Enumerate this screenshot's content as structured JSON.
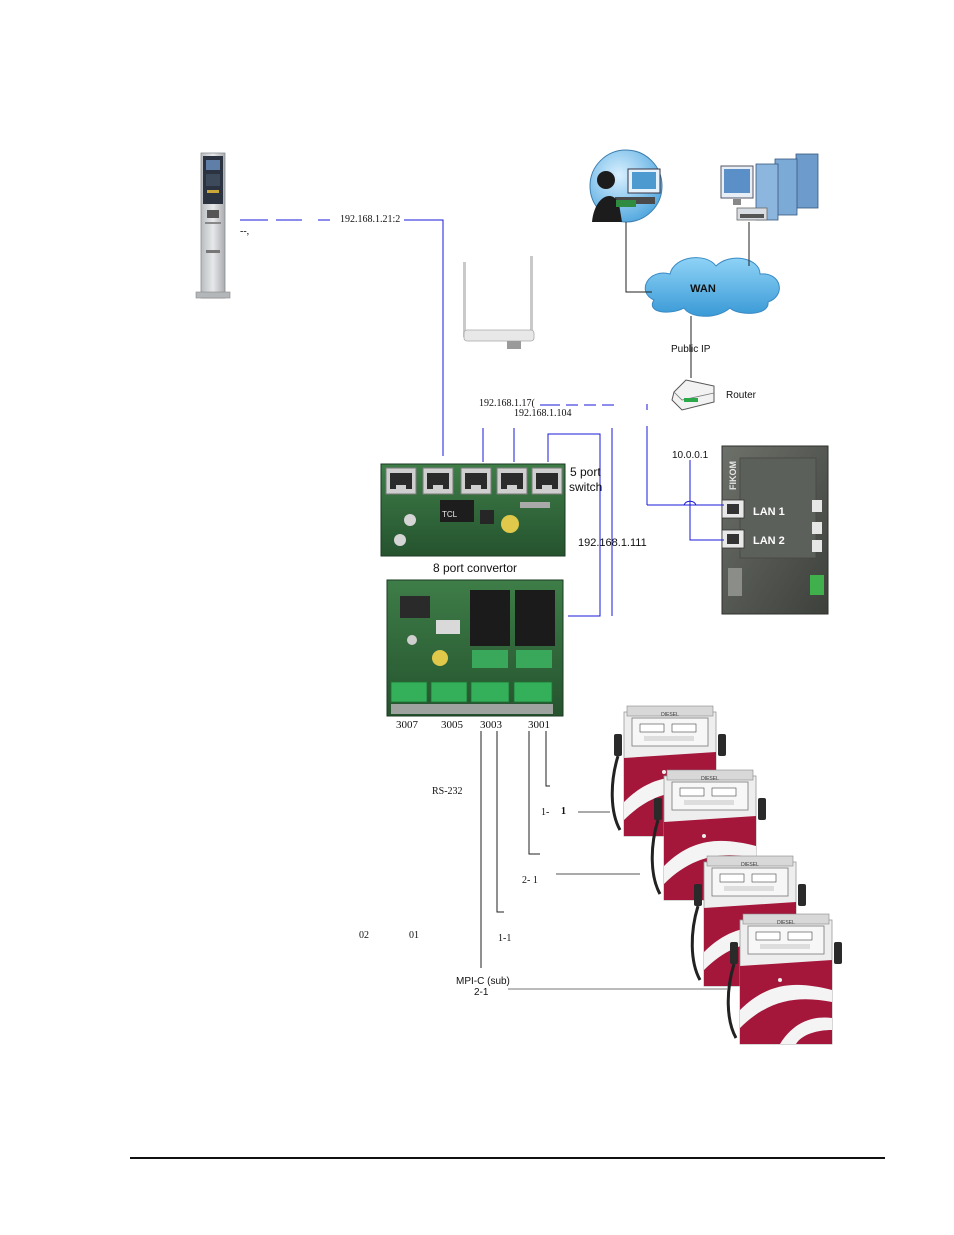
{
  "labels": {
    "terminal_ip": "192.168.1.21:2",
    "terminal_dash": "--,",
    "ip_17": "192.168.1.17(",
    "ip_104": "192.168.1.104",
    "ip_111": "192.168.1.111",
    "ip_10": "10.0.0.1",
    "switch_title": "5 port",
    "switch_title2": "switch",
    "converter_title": "8 port convertor",
    "wan": "WAN",
    "public_ip": "Public IP",
    "router": "Router",
    "lan1": "LAN 1",
    "lan2": "LAN 2",
    "port_3007": "3007",
    "port_3005": "3005",
    "port_3003": "3003",
    "port_3001": "3001",
    "rs232": "RS-232",
    "pump_1_1a": "1-",
    "pump_1_1b": "1",
    "pump_2_1": "2- 1",
    "addr_02": "02",
    "addr_01": "01",
    "pump_11_small": "1-1",
    "mpi_c_sub": "MPI-C (sub)",
    "pump_21": "2-1",
    "pump_brand": "DIESEL",
    "board_brand": "TCL",
    "ctrl_brand": "FIKOM"
  },
  "colors": {
    "network_line": "#1a1ad8",
    "wan_cloud": "#5fb7e8",
    "pump_red": "#a4163a",
    "pump_body": "#ececec",
    "pcb_green": "#2f6a3a",
    "controller_gray": "#5a5e58"
  }
}
